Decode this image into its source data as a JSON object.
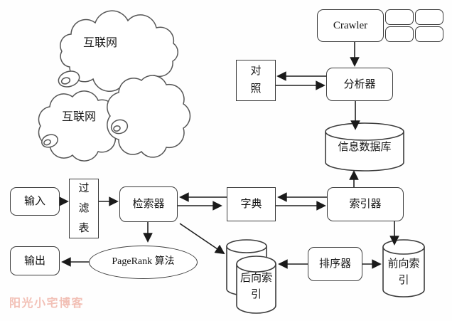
{
  "clouds": [
    {
      "label": "互联网"
    },
    {
      "label": "互联网"
    },
    {
      "label": ""
    }
  ],
  "nodes": {
    "crawler": {
      "label": "Crawler"
    },
    "comparison": {
      "label": "对照"
    },
    "analyzer": {
      "label": "分析器"
    },
    "info_database": {
      "label": "信息数据库"
    },
    "input": {
      "label": "输入"
    },
    "filter_table": {
      "label": "过滤表"
    },
    "retriever": {
      "label": "检索器"
    },
    "dictionary": {
      "label": "字典"
    },
    "indexer": {
      "label": "索引器"
    },
    "output": {
      "label": "输出"
    },
    "pagerank": {
      "label": "PageRank 算法"
    },
    "sorter": {
      "label": "排序器"
    },
    "backward_index": {
      "label": "后向索引"
    },
    "forward_index": {
      "label": "前向索引"
    }
  },
  "watermark": {
    "text": "阳光小宅博客",
    "color": "#f2c0b6"
  },
  "colors": {
    "line": "#1f1f1f",
    "box_border": "#3c3c3c",
    "cloud_stroke": "#555555",
    "background": "#ffffff"
  }
}
